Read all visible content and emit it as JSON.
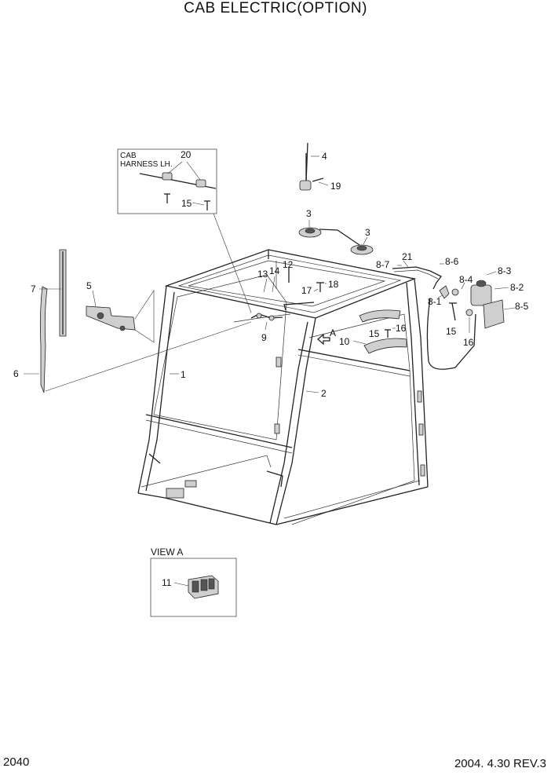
{
  "header": {
    "title": "CAB ELECTRIC(OPTION)"
  },
  "footer": {
    "page": "2040",
    "revision": "2004. 4.30 REV.3"
  },
  "inset_harness": {
    "label_line1": "CAB",
    "label_line2": "HARNESS LH."
  },
  "inset_view": {
    "label": "VIEW A"
  },
  "callouts": {
    "c1": "1",
    "c2": "2",
    "c3a": "3",
    "c3b": "3",
    "c4": "4",
    "c5": "5",
    "c6": "6",
    "c7": "7",
    "c8_1": "8-1",
    "c8_2": "8-2",
    "c8_3": "8-3",
    "c8_4": "8-4",
    "c8_5": "8-5",
    "c8_6": "8-6",
    "c8_7": "8-7",
    "c9": "9",
    "c10": "10",
    "c11": "11",
    "c12": "12",
    "c13": "13",
    "c14": "14",
    "c15a": "15",
    "c15b": "15",
    "c15c": "15",
    "c16a": "16",
    "c16b": "16",
    "c17": "17",
    "c18": "18",
    "c19": "19",
    "c20": "20",
    "c21": "21",
    "cA": "A"
  }
}
